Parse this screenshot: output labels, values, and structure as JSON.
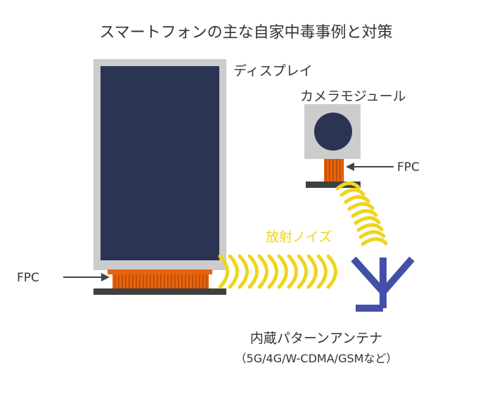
{
  "title": "スマートフォンの主な自家中毒事例と対策",
  "labels": {
    "display": "ディスプレイ",
    "camera_module": "カメラモジュール",
    "fpc_camera": "FPC",
    "fpc_display": "FPC",
    "radiated_noise": "放射ノイズ",
    "antenna": "内蔵パターンアンテナ",
    "antenna_bands": "（5G/4G/W-CDMA/GSMなど）"
  },
  "colors": {
    "text": "#333333",
    "frame_gray": "#cccccc",
    "display_panel": "#2b3452",
    "camera_lens": "#2b3452",
    "fpc_orange": "#e8640c",
    "fpc_stripe": "#b24a08",
    "base_dark": "#404040",
    "noise_yellow": "#f0d41c",
    "antenna_blue": "#4450a8",
    "arrow": "#444444"
  }
}
